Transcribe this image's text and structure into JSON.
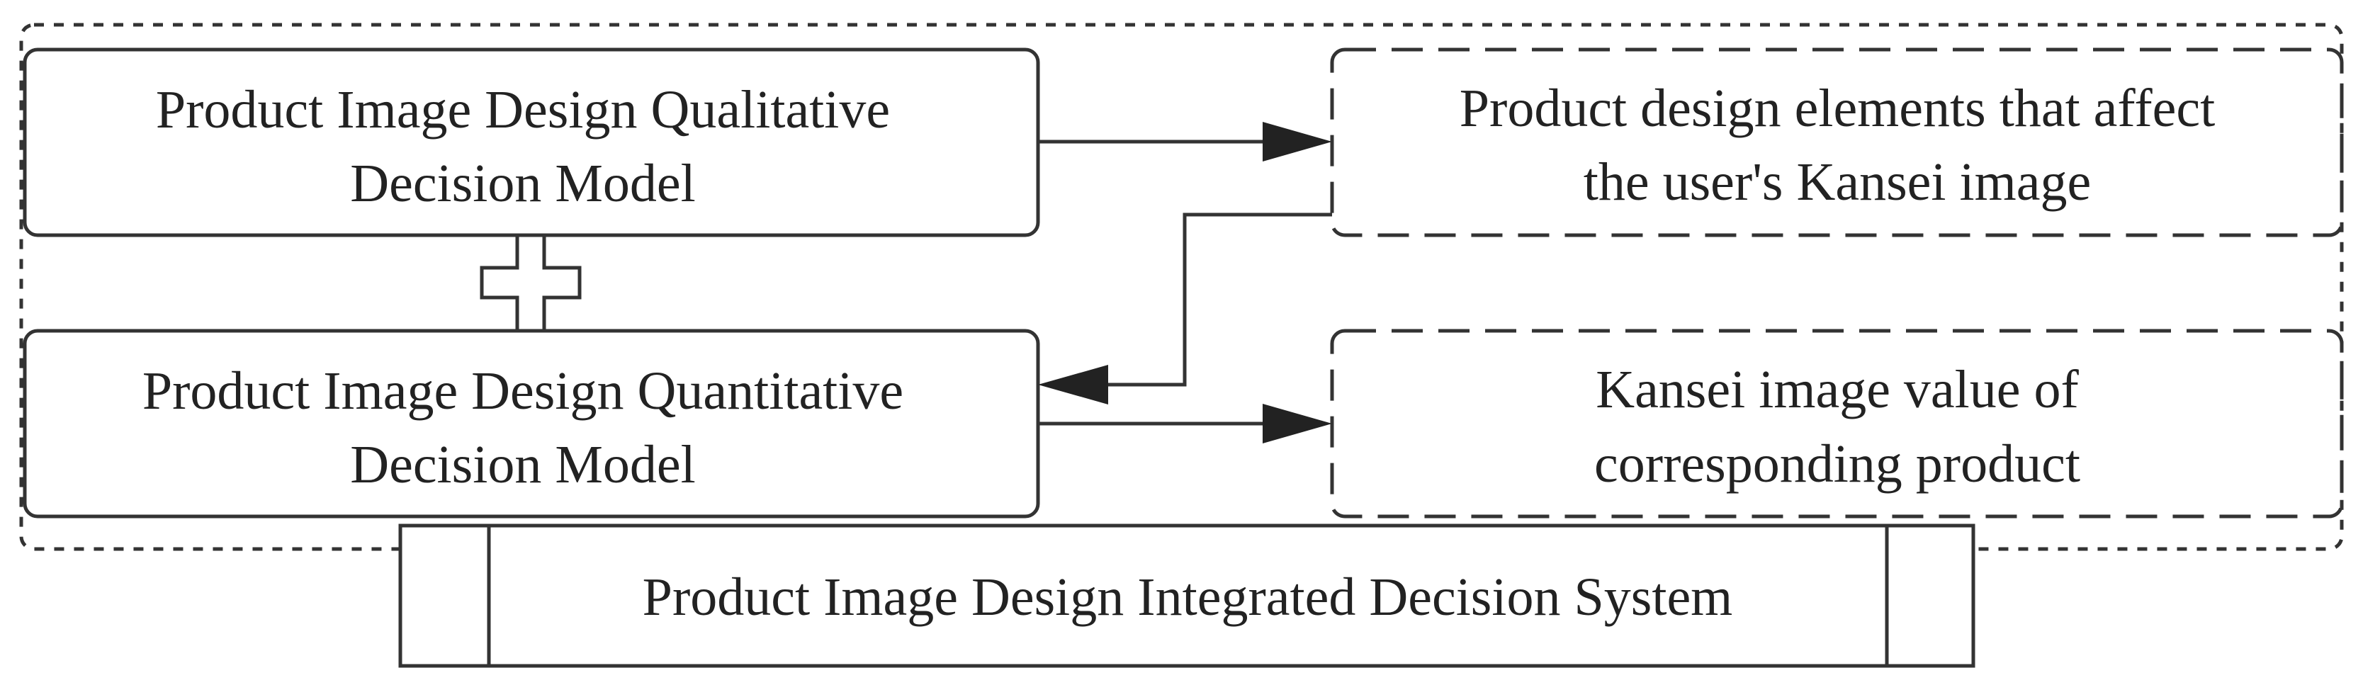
{
  "nodes": {
    "qualitative": {
      "line1": "Product Image Design Qualitative",
      "line2": "Decision Model"
    },
    "quantitative": {
      "line1": "Product Image Design Quantitative",
      "line2": "Decision Model"
    },
    "elements": {
      "line1": "Product design elements that affect",
      "line2": "the user's Kansei image"
    },
    "value": {
      "line1": "Kansei image value of",
      "line2": "corresponding product"
    },
    "system": {
      "label": "Product Image Design Integrated Decision System"
    }
  },
  "colors": {
    "stroke": "#333333",
    "text": "#222222",
    "background": "#ffffff"
  }
}
